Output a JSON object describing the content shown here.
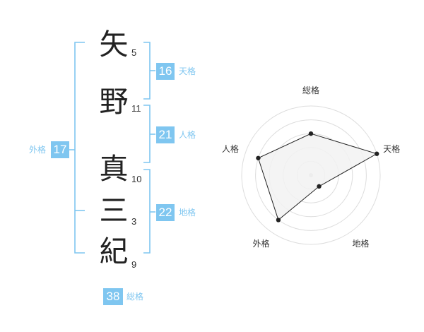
{
  "name_chars": [
    {
      "char": "矢",
      "strokes": "5"
    },
    {
      "char": "野",
      "strokes": "11"
    },
    {
      "char": "真",
      "strokes": "10"
    },
    {
      "char": "三",
      "strokes": "3"
    },
    {
      "char": "紀",
      "strokes": "9"
    }
  ],
  "fortunes": {
    "tenkaku": {
      "value": "16",
      "label": "天格"
    },
    "jinkaku": {
      "value": "21",
      "label": "人格"
    },
    "chikaku": {
      "value": "22",
      "label": "地格"
    },
    "gaikaku": {
      "value": "17",
      "label": "外格"
    },
    "soukaku": {
      "value": "38",
      "label": "総格"
    }
  },
  "colors": {
    "accent": "#7fc6f0",
    "radar_fill": "#f2f2f2",
    "radar_line": "#222222",
    "ring": "#dddddd"
  },
  "chart_data": {
    "type": "radar",
    "axes": [
      "総格",
      "天格",
      "地格",
      "外格",
      "人格"
    ],
    "values": [
      3,
      5,
      1,
      4,
      4
    ],
    "max": 5
  }
}
